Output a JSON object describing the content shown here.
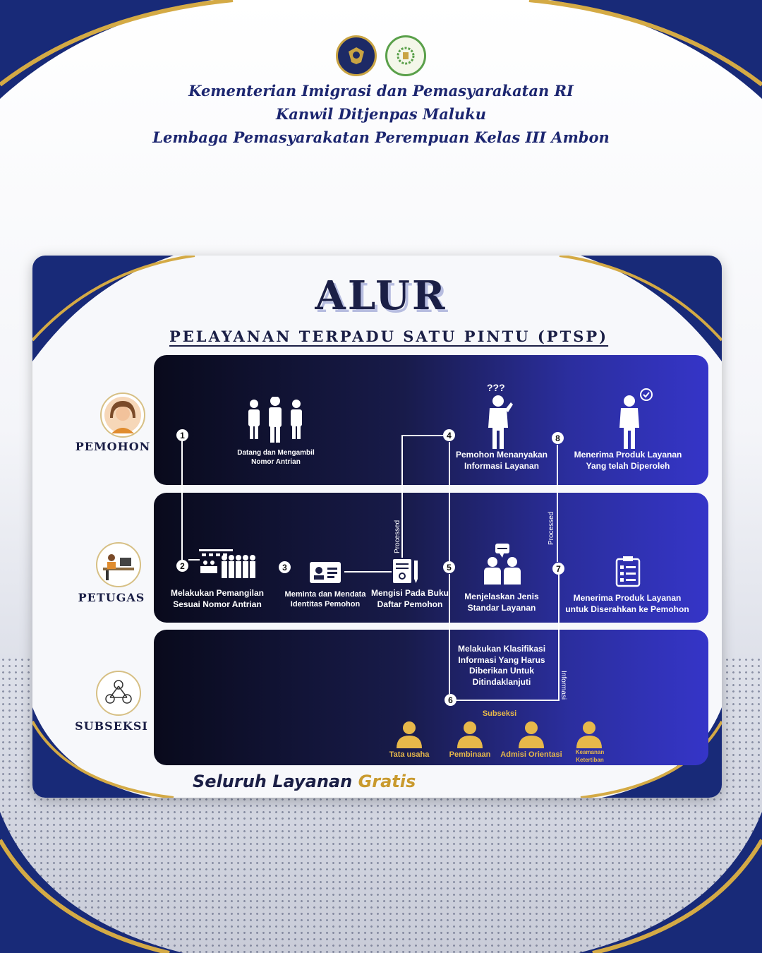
{
  "header": {
    "line1": "Kementerian Imigrasi dan Pemasyarakatan RI",
    "line2": "Kanwil Ditjenpas Maluku",
    "line3": "Lembaga Pemasyarakatan Perempuan Kelas III Ambon"
  },
  "title": "ALUR",
  "subtitle": "PELAYANAN TERPADU SATU PINTU (PTSP)",
  "roles": {
    "pemohon": "PEMOHON",
    "petugas": "PETUGAS",
    "subseksi": "SUBSEKSI"
  },
  "steps": {
    "s1": "Datang dan Mengambil Nomor Antrian",
    "s2": "Melakukan Pemangilan Sesuai Nomor Antrian",
    "s3": "Meminta dan Mendata Identitas Pemohon",
    "s3b": "Mengisi Pada Buku Daftar Pemohon",
    "s4": "Pemohon Menanyakan Informasi Layanan",
    "s5": "Menjelaskan Jenis Standar Layanan",
    "s6": "Melakukan Klasifikasi Informasi Yang Harus Diberikan Untuk Ditindaklanjuti",
    "s7": "Menerima Produk Layanan untuk Diserahkan ke Pemohon",
    "s8": "Menerima Produk Layanan Yang telah Diperoleh"
  },
  "numbers": [
    "1",
    "2",
    "3",
    "4",
    "5",
    "6",
    "7",
    "8"
  ],
  "connector_labels": {
    "processed": "Processed",
    "informasi": "Informasi"
  },
  "subseksi": {
    "title": "Subseksi",
    "units": [
      "Tata usaha",
      "Pembinaan",
      "Admisi Orientasi",
      "Keamanan Ketertiban"
    ]
  },
  "footer": {
    "part1": "Seluruh Layanan",
    "part2": "Gratis"
  },
  "colors": {
    "navy": "#1c2670",
    "gold": "#e7b84a",
    "lane_dark": "#090a1c",
    "lane_blue": "#3535c8"
  },
  "icons": [
    "ministry-emblem-icon",
    "lapas-emblem-icon",
    "woman-avatar-icon",
    "officer-desk-icon",
    "network-icon",
    "people-group-icon",
    "queue-icon",
    "id-card-icon",
    "form-pen-icon",
    "confused-person-icon",
    "consultation-icon",
    "person-check-icon",
    "checklist-icon",
    "person-icon"
  ]
}
